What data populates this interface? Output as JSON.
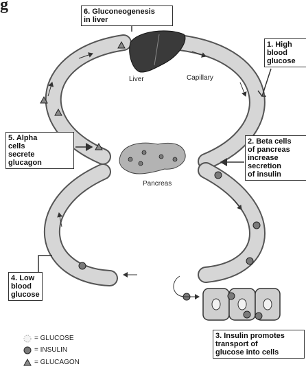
{
  "top_fragment": "g",
  "steps": {
    "s1": [
      "1. High",
      "blood",
      "glucose"
    ],
    "s2": [
      "2. Beta cells",
      "of pancreas",
      "increase",
      "secretion",
      "of insulin"
    ],
    "s3": [
      "3. Insulin promotes",
      "transport of",
      "glucose into cells"
    ],
    "s4": [
      "4. Low",
      "blood",
      "glucose"
    ],
    "s5": [
      "5. Alpha",
      "cells",
      "secrete",
      "glucagon"
    ],
    "s6": [
      "6. Gluconeogenesis",
      "in liver"
    ]
  },
  "labels": {
    "liver": "Liver",
    "capillary": "Capillary",
    "pancreas": "Pancreas"
  },
  "legend": [
    {
      "symbol": "glucose",
      "text": "= GLUCOSE"
    },
    {
      "symbol": "insulin",
      "text": "= INSULIN"
    },
    {
      "symbol": "glucagon",
      "text": "= GLUCAGON"
    }
  ],
  "colors": {
    "vessel": "#d6d6d6",
    "vessel_edge": "#555555",
    "liver": "#3a3a3a",
    "pancreas": "#b3b3b3",
    "insulin": "#7a7a7a",
    "glucagon": "#8a8a8a",
    "cell": "#cfcfcf"
  }
}
